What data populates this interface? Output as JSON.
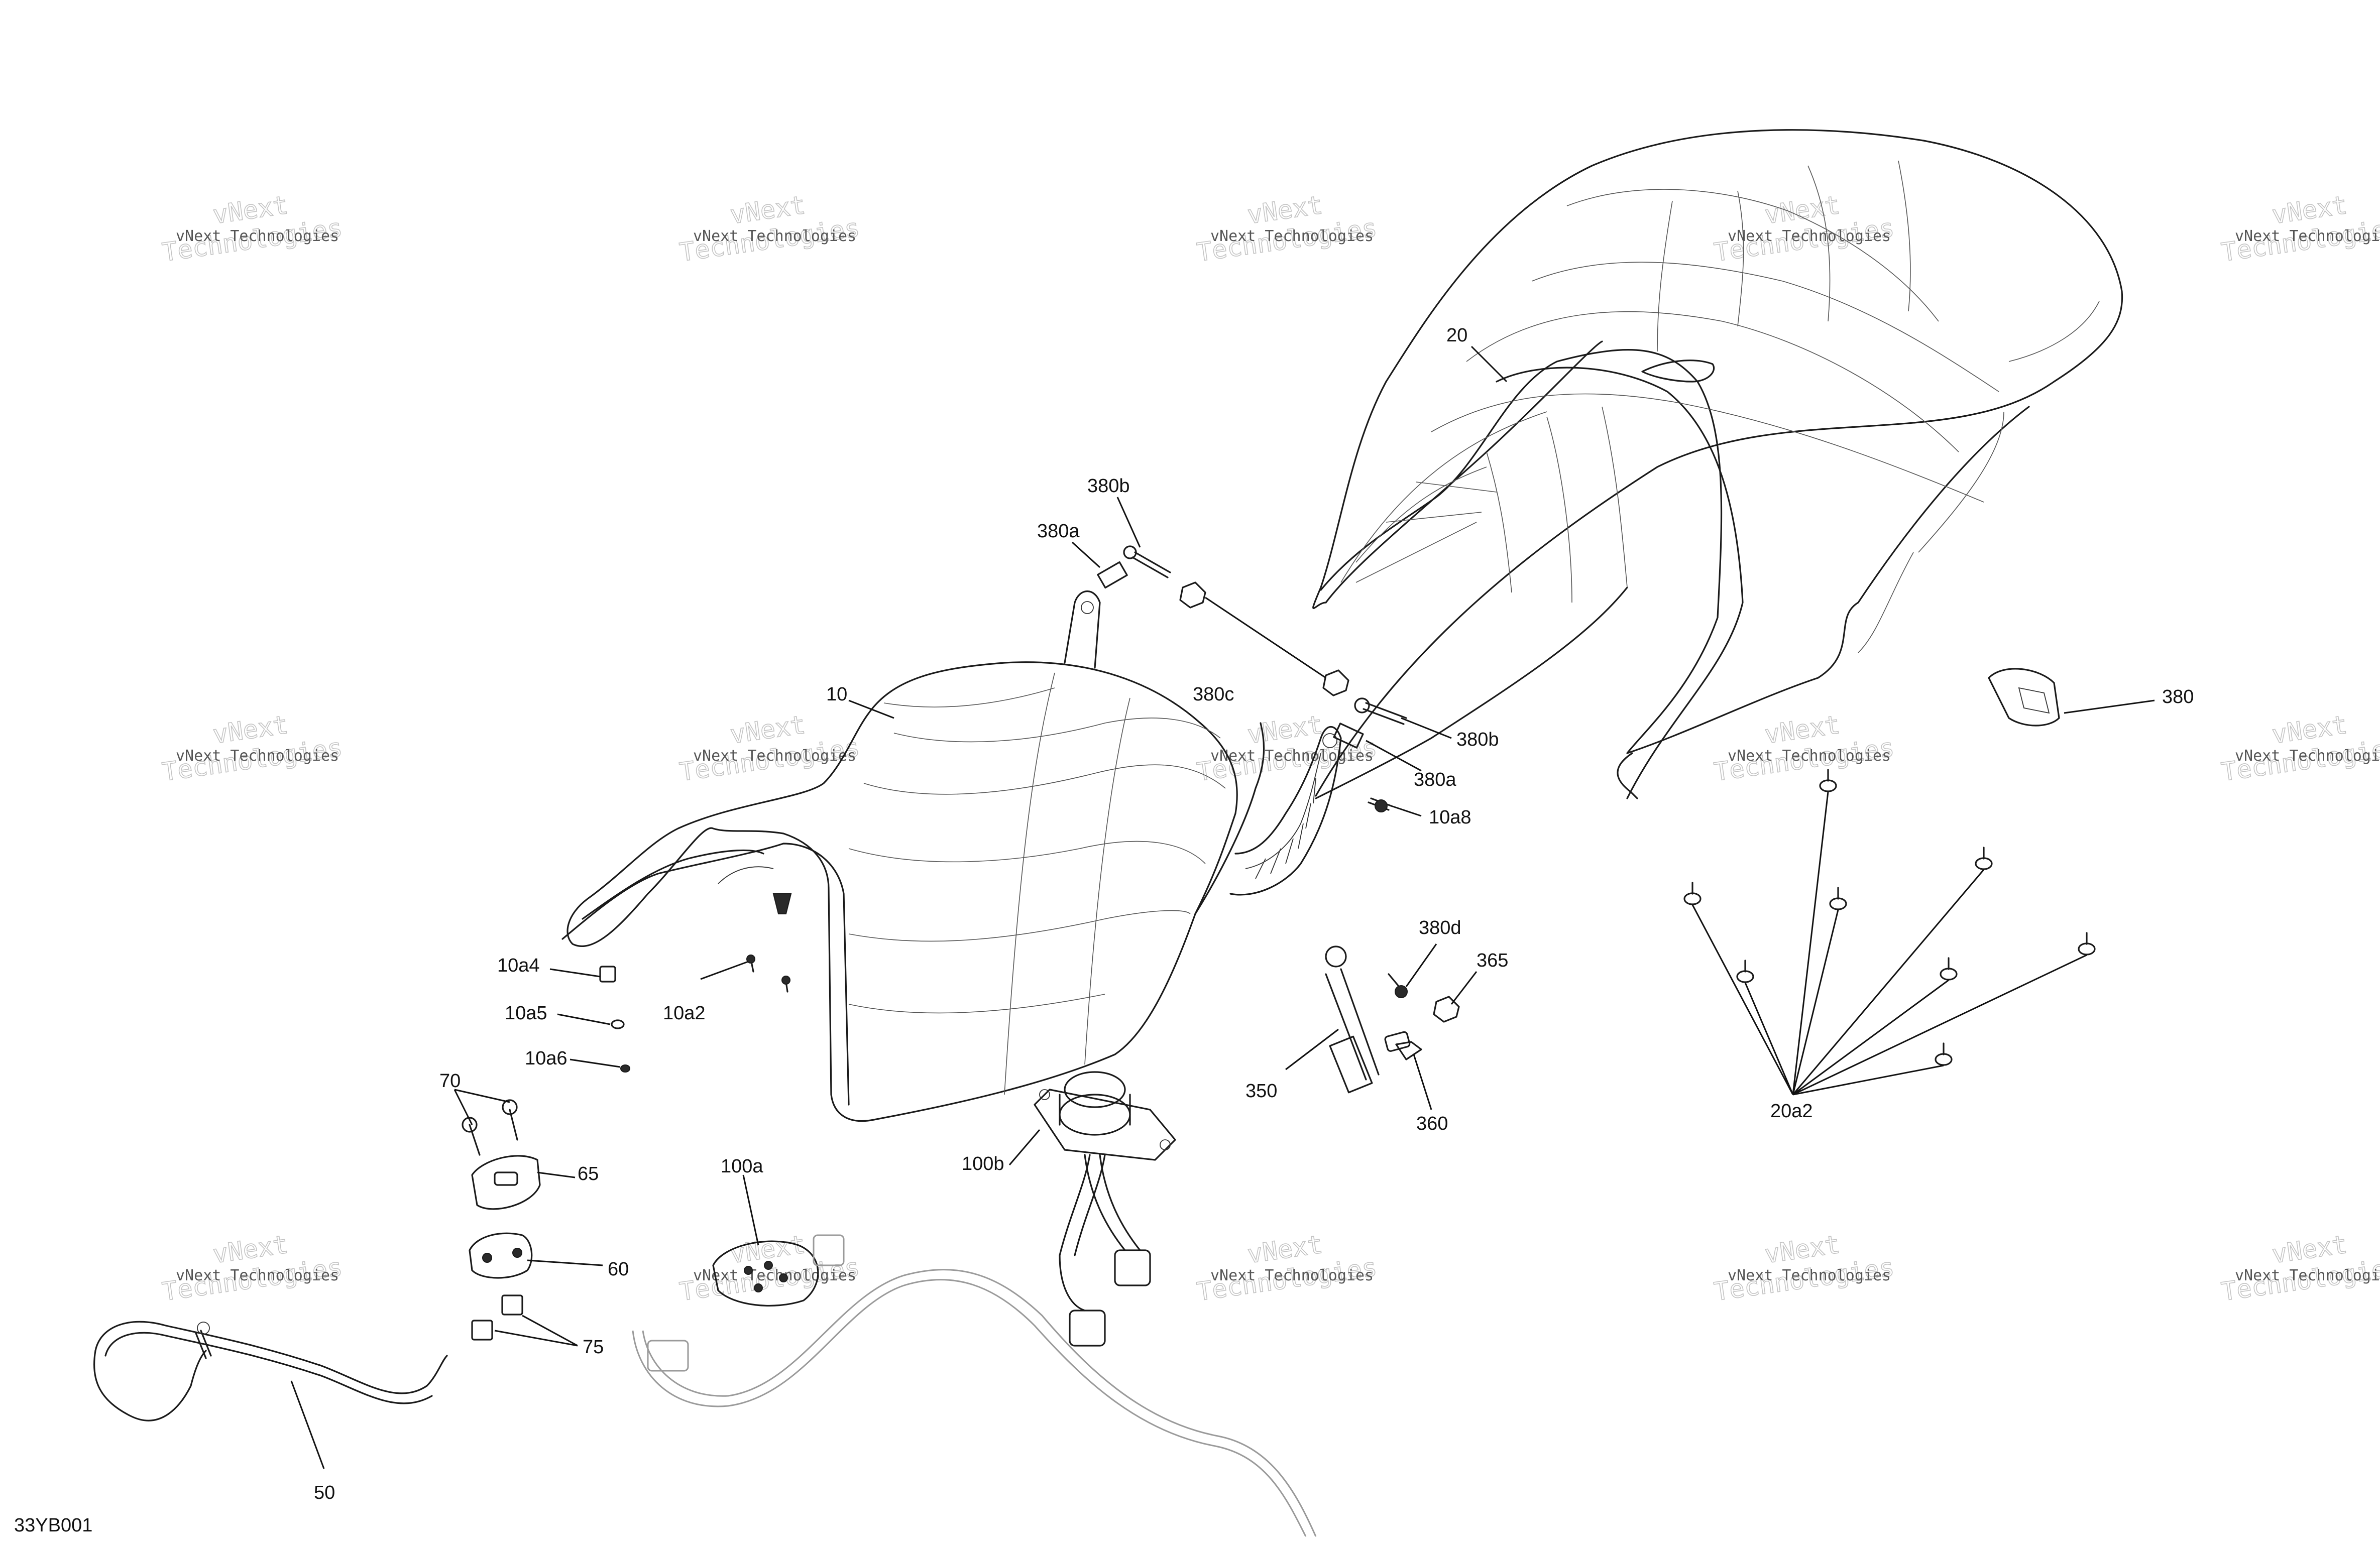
{
  "diagram": {
    "drawing_code": "33YB001",
    "watermark": {
      "line1": "vNext Technologies",
      "line2_a": "vNext",
      "line2_b": "Technologies"
    },
    "labels": [
      {
        "id": "p20",
        "text": "20"
      },
      {
        "id": "p380b",
        "text": "380b"
      },
      {
        "id": "p380a",
        "text": "380a"
      },
      {
        "id": "p10",
        "text": "10"
      },
      {
        "id": "p380c",
        "text": "380c"
      },
      {
        "id": "p380b2",
        "text": "380b"
      },
      {
        "id": "p380a2",
        "text": "380a"
      },
      {
        "id": "p10a8",
        "text": "10a8"
      },
      {
        "id": "p380",
        "text": "380"
      },
      {
        "id": "p10a4",
        "text": "10a4"
      },
      {
        "id": "p10a5",
        "text": "10a5"
      },
      {
        "id": "p10a2",
        "text": "10a2"
      },
      {
        "id": "p10a6",
        "text": "10a6"
      },
      {
        "id": "p380d",
        "text": "380d"
      },
      {
        "id": "p365",
        "text": "365"
      },
      {
        "id": "p350",
        "text": "350"
      },
      {
        "id": "p360",
        "text": "360"
      },
      {
        "id": "p20a2",
        "text": "20a2"
      },
      {
        "id": "p70",
        "text": "70"
      },
      {
        "id": "p65",
        "text": "65"
      },
      {
        "id": "p100a",
        "text": "100a"
      },
      {
        "id": "p100b",
        "text": "100b"
      },
      {
        "id": "p60",
        "text": "60"
      },
      {
        "id": "p75",
        "text": "75"
      },
      {
        "id": "p50",
        "text": "50"
      }
    ]
  }
}
